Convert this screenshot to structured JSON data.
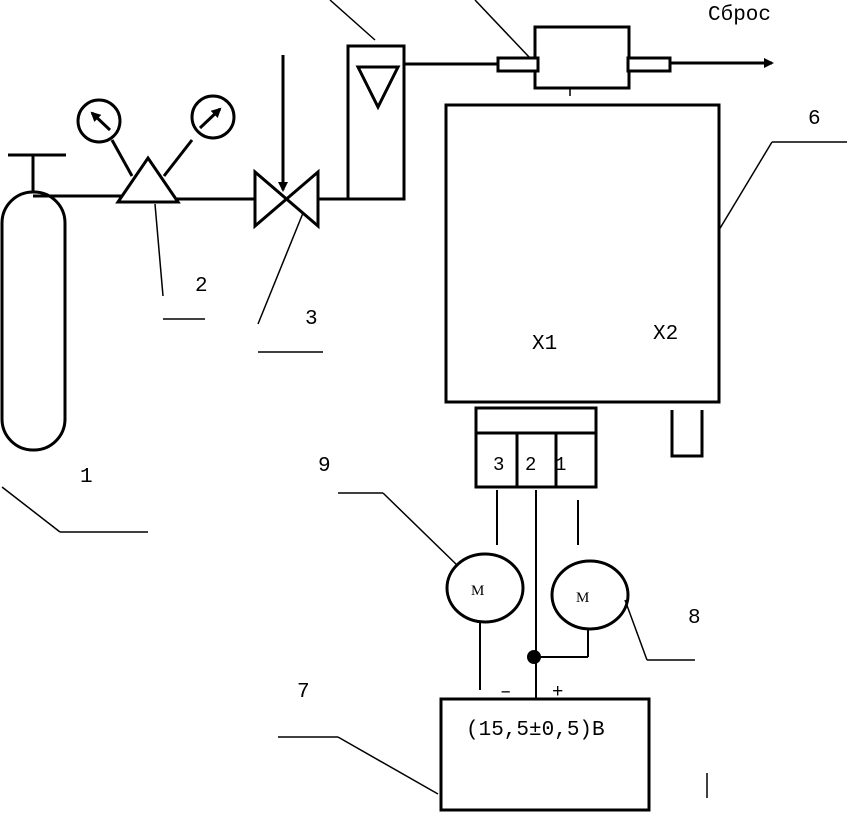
{
  "labels": {
    "vent": "Сброс",
    "n1": "1",
    "n2": "2",
    "n3": "3",
    "n6": "6",
    "n7": "7",
    "n8": "8",
    "n9": "9",
    "x1": "X1",
    "x2": "X2",
    "pin3": "3",
    "pin2": "2",
    "pin1": "1",
    "meter9": "M",
    "meter8": "M",
    "minus": "–",
    "plus": "+",
    "voltage": "(15,5±0,5)В"
  }
}
